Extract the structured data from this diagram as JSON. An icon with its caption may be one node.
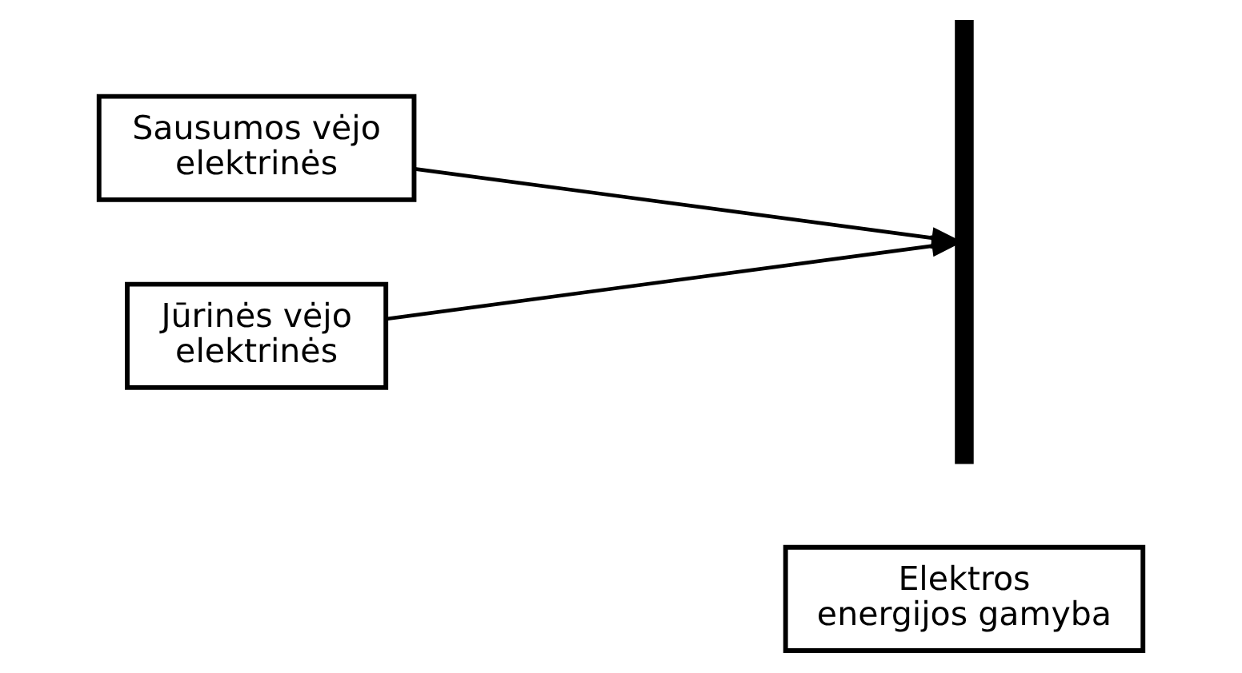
{
  "diagram": {
    "nodes": [
      {
        "text": [
          "Elektros energijos gamyba"
        ]
      },
      {
        "text": [],
        "shape": "bar"
      },
      {
        "text": [
          "Sausumos vėjo elektrinės"
        ]
      },
      {
        "text": [
          "Jūrinės vėjo elektrinės"
        ]
      }
    ],
    "edges": [
      {
        "from": 2,
        "to": 1,
        "arrow": "to"
      },
      {
        "from": 3,
        "to": 1,
        "arrow": "to"
      }
    ]
  }
}
